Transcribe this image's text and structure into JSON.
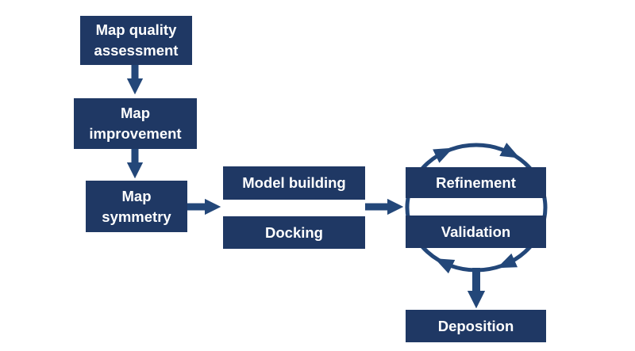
{
  "diagram": {
    "nodes": [
      {
        "id": "map_quality",
        "label": "Map quality assessment"
      },
      {
        "id": "map_improvement",
        "label": "Map improvement"
      },
      {
        "id": "map_symmetry",
        "label": "Map symmetry"
      },
      {
        "id": "model_building",
        "label": "Model building"
      },
      {
        "id": "docking",
        "label": "Docking"
      },
      {
        "id": "refinement",
        "label": "Refinement"
      },
      {
        "id": "validation",
        "label": "Validation"
      },
      {
        "id": "deposition",
        "label": "Deposition"
      }
    ],
    "edges": [
      {
        "from": "map_quality",
        "to": "map_improvement",
        "style": "straight-arrow"
      },
      {
        "from": "map_improvement",
        "to": "map_symmetry",
        "style": "straight-arrow"
      },
      {
        "from": "map_symmetry",
        "to": "model_building + docking",
        "style": "straight-arrow"
      },
      {
        "from": "model_building + docking",
        "to": "refinement + validation",
        "style": "straight-arrow"
      },
      {
        "from": "refinement",
        "to": "validation",
        "style": "circular-cycle"
      },
      {
        "from": "validation",
        "to": "refinement",
        "style": "circular-cycle"
      },
      {
        "from": "refinement + validation",
        "to": "deposition",
        "style": "straight-arrow"
      }
    ],
    "colors": {
      "node_fill": "#1f3864",
      "connector": "#234779",
      "text": "#ffffff",
      "background": "#ffffff"
    }
  }
}
